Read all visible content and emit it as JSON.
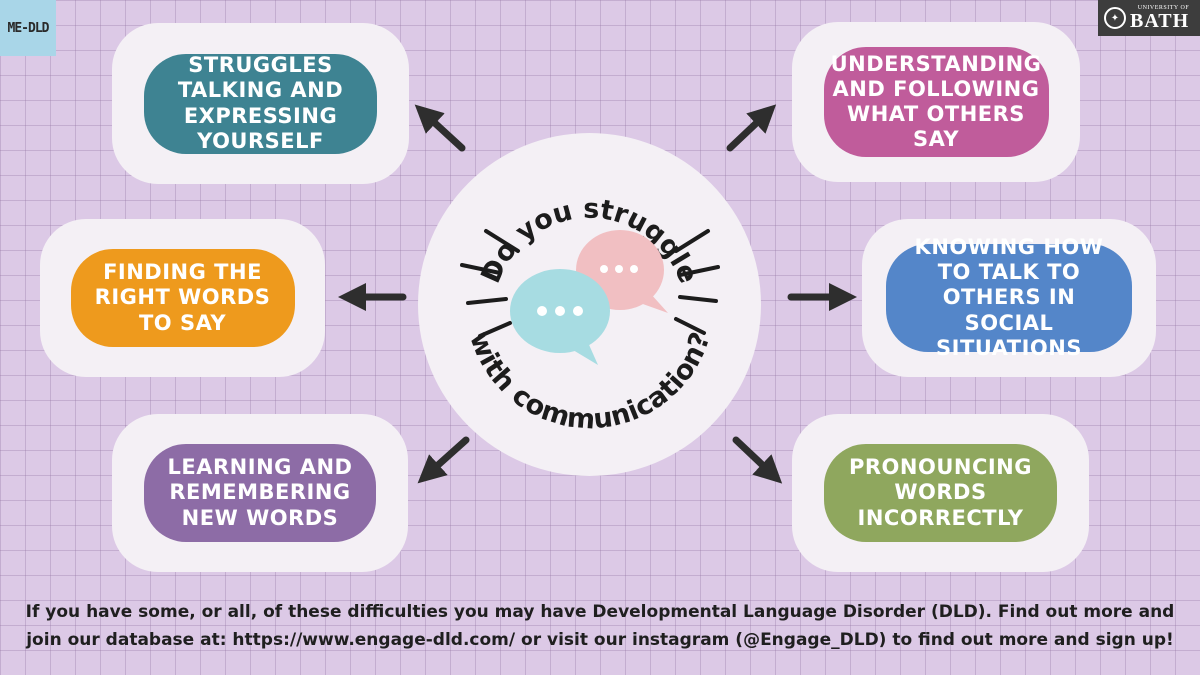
{
  "logos": {
    "left_text": "ME-DLD",
    "right_small": "UNIVERSITY OF",
    "right_big": "BATH"
  },
  "center": {
    "top_text": "Do you struggle",
    "bottom_text": "with communication?"
  },
  "boxes": [
    {
      "label": "STRUGGLES TALKING AND EXPRESSING YOURSELF",
      "color": "#3e8392"
    },
    {
      "label": "UNDERSTANDING AND FOLLOWING WHAT OTHERS SAY",
      "color": "#c05c9b"
    },
    {
      "label": "FINDING THE RIGHT WORDS TO SAY",
      "color": "#ee9a1d"
    },
    {
      "label": "KNOWING HOW TO TALK TO OTHERS IN SOCIAL SITUATIONS",
      "color": "#5486c9"
    },
    {
      "label": "LEARNING AND REMEMBERING NEW WORDS",
      "color": "#8d6ca6"
    },
    {
      "label": "PRONOUNCING WORDS INCORRECTLY",
      "color": "#8fa75e"
    }
  ],
  "footer": {
    "line1": "If you have some, or all, of these difficulties you may have Developmental Language Disorder (DLD). Find out more and",
    "line2": "join our database at: https://www.engage-dld.com/ or visit our instagram (@Engage_DLD) to find out more and sign up!"
  },
  "colors": {
    "background": "#dcc9e6",
    "card": "#f4f0f5",
    "arrow": "#2e2e2e",
    "bubble_pink": "#f1bfc2",
    "bubble_blue": "#a7dce2"
  },
  "icons": [
    "speech-bubble-icon",
    "arrow-icon"
  ]
}
